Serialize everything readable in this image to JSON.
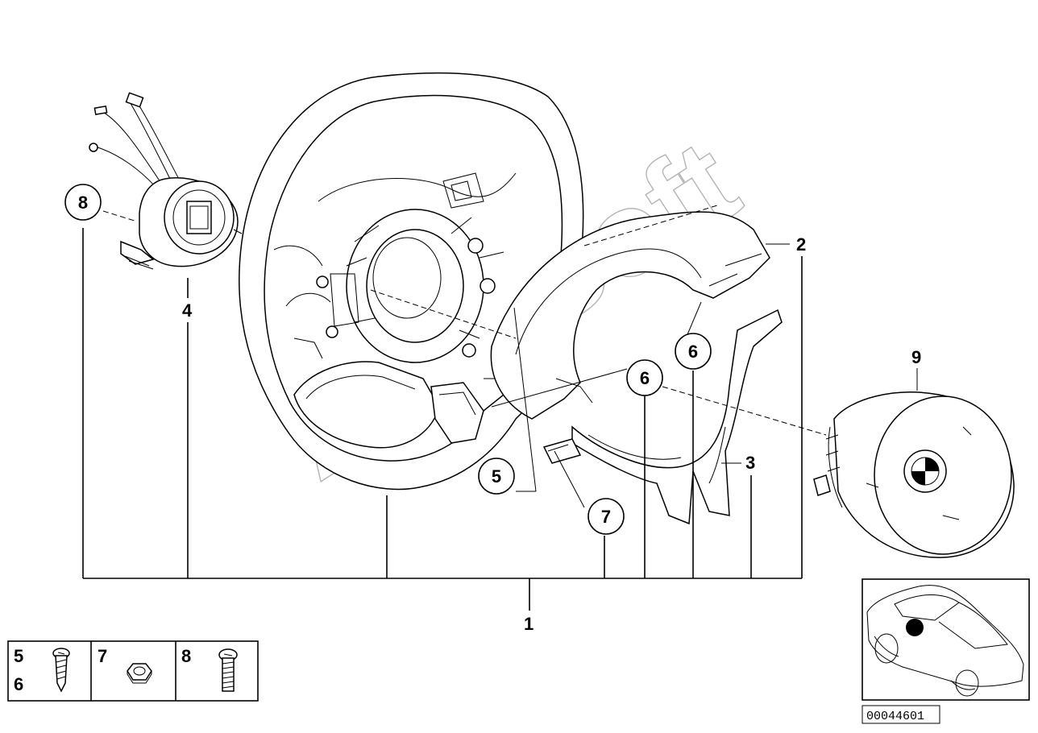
{
  "watermark": "AutoSoft",
  "part_number": "00044601",
  "callouts": {
    "c1": "1",
    "c2": "2",
    "c3": "3",
    "c4": "4",
    "c5": "5",
    "c6a": "6",
    "c6b": "6",
    "c7": "7",
    "c8": "8",
    "c9": "9"
  },
  "legend": {
    "cell1_a": "5",
    "cell1_b": "6",
    "cell2": "7",
    "cell3": "8"
  },
  "icons": [
    "screw-icon",
    "nut-icon",
    "bolt-icon",
    "car-locator-icon",
    "bmw-logo-icon"
  ]
}
